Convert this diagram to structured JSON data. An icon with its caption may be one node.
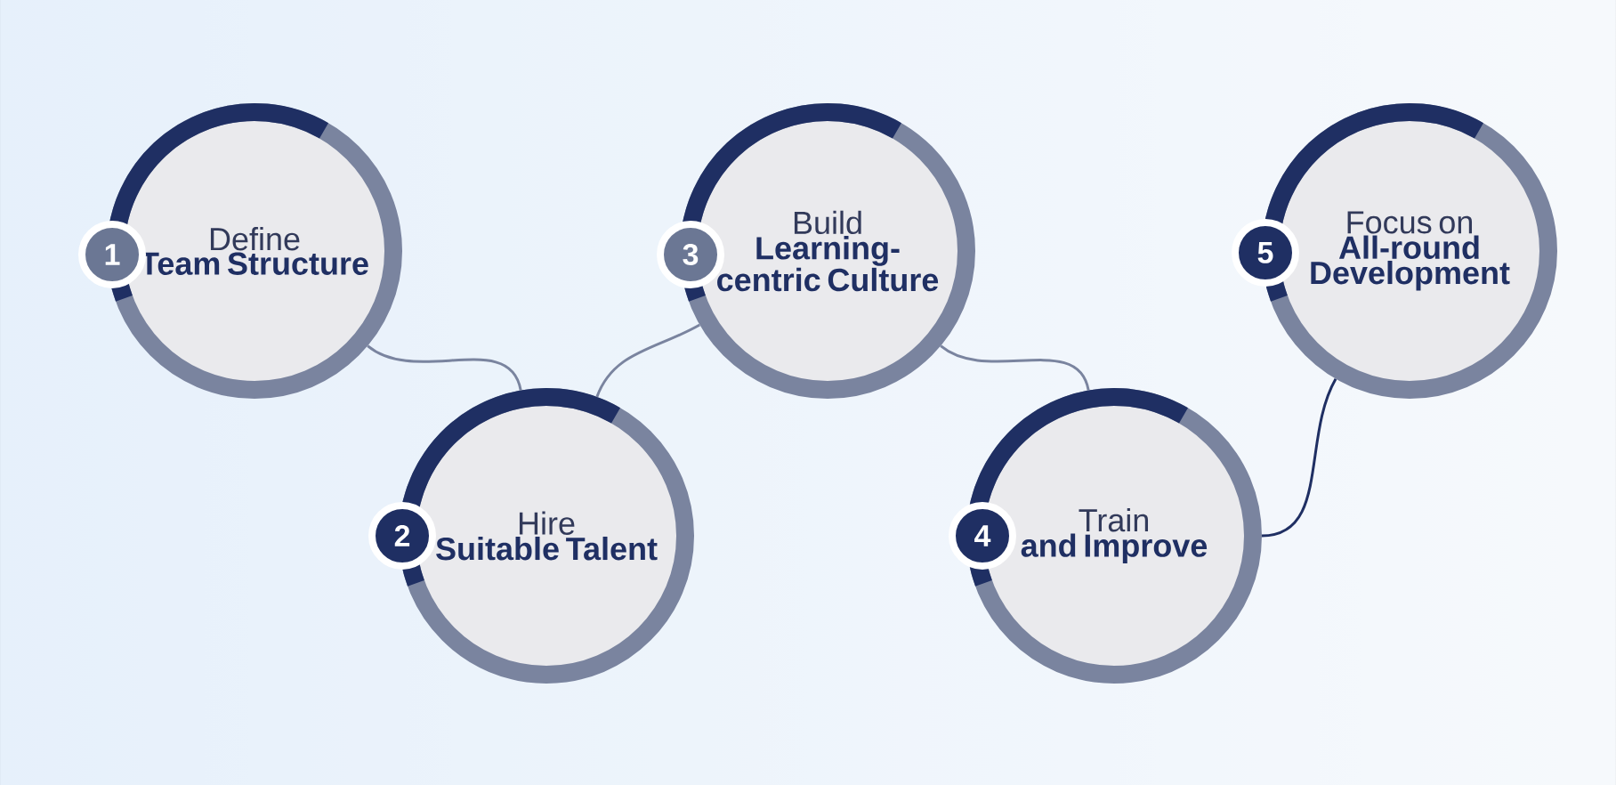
{
  "diagram": {
    "nodes": [
      {
        "text": [
          "Define",
          "Team Structure"
        ]
      },
      {
        "text": [
          "Hire",
          "Suitable Talent"
        ]
      },
      {
        "text": [
          "Build",
          "Learning-centric Culture"
        ]
      },
      {
        "text": [
          "Train",
          "and Improve"
        ]
      },
      {
        "text": [
          "Focus on",
          "All-round Development"
        ]
      },
      {
        "text": [
          "1"
        ]
      },
      {
        "text": [
          "2"
        ]
      },
      {
        "text": [
          "3"
        ]
      },
      {
        "text": [
          "4"
        ]
      },
      {
        "text": [
          "5"
        ]
      }
    ],
    "edges": [
      {
        "from": 0,
        "to": 1,
        "arrow": "none"
      },
      {
        "from": 1,
        "to": 2,
        "arrow": "none"
      },
      {
        "from": 2,
        "to": 3,
        "arrow": "none"
      },
      {
        "from": 3,
        "to": 4,
        "arrow": "none",
        "color": "#1f2f63"
      }
    ]
  }
}
